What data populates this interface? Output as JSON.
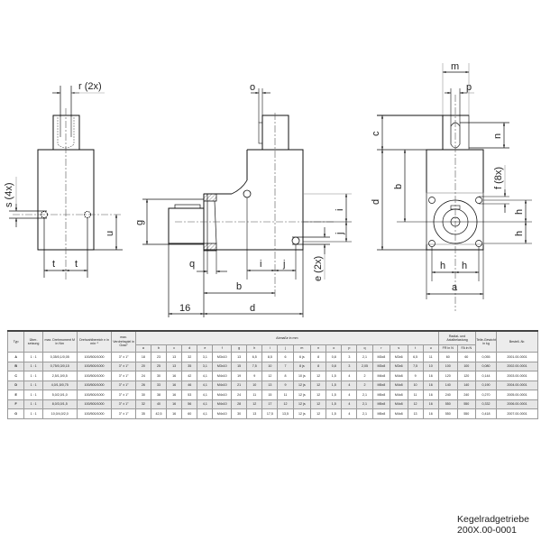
{
  "drawing": {
    "labels": {
      "r": "r (2x)",
      "s": "s (4x)",
      "u": "u",
      "t1": "t",
      "t2": "t",
      "o": "o",
      "g": "g",
      "q": "q",
      "i": "i",
      "j_h": "j",
      "j_v": "j",
      "e": "e (2x)",
      "b_side": "b",
      "d_side": "d",
      "dim16": "16",
      "m": "m",
      "p": "p",
      "c": "c",
      "n": "n",
      "b_front": "b",
      "d_front": "d",
      "f": "f (8x)",
      "h_v1": "h",
      "h_v2": "h",
      "h_h1": "h",
      "h_h2": "h",
      "a": "a"
    }
  },
  "table": {
    "headers_top": {
      "typ": "Typ",
      "ratio": "Über-setzung",
      "torque": "max. Drehmoment M in Nm",
      "speed": "Drehzahlbereich n in min⁻¹",
      "backlash": "max. Verdrehspiel in Grad°",
      "dims": "Abmaße in mm",
      "load": "Radial- und Axialbelastung",
      "weight": "Teile-Gewicht in kg",
      "order": "Bestell.-Nr."
    },
    "dim_cols": [
      "a",
      "b",
      "c",
      "d",
      "e",
      "f",
      "g",
      "h",
      "i",
      "j",
      "m",
      "n",
      "o",
      "p",
      "q",
      "r",
      "s",
      "t",
      "u"
    ],
    "load_cols": [
      "FR in N",
      "FA in N"
    ],
    "rows": [
      {
        "typ": "A",
        "ratio": "1 : 1",
        "torque": "0,35/0,1/0,05",
        "speed": "100/500/1000",
        "backlash": "3° ± 1°",
        "dims": [
          "18",
          "23",
          "13",
          "32",
          "3,1",
          "M3x10",
          "13",
          "6,5",
          "8,5",
          "6",
          "6 js",
          "8",
          "0,8",
          "3",
          "2,1",
          "M3x8",
          "M3x6",
          "6,5",
          "11"
        ],
        "fr": "60",
        "fa": "60",
        "weight": "0,055",
        "order": "2001.00-0001"
      },
      {
        "typ": "B",
        "ratio": "1 : 1",
        "torque": "0,75/0,3/0,15",
        "speed": "100/500/1000",
        "backlash": "3° ± 1°",
        "dims": [
          "20",
          "25",
          "13",
          "35",
          "3,1",
          "M3x10",
          "15",
          "7,5",
          "10",
          "7",
          "8 js",
          "8",
          "0,8",
          "3",
          "2,05",
          "M3x8",
          "M3x6",
          "7,5",
          "10"
        ],
        "fr": "100",
        "fa": "100",
        "weight": "0,080",
        "order": "2002.00-0001"
      },
      {
        "typ": "C",
        "ratio": "1 : 1",
        "torque": "2,5/1,0/0,5",
        "speed": "100/500/1000",
        "backlash": "3° ± 1°",
        "dims": [
          "24",
          "30",
          "16",
          "42",
          "4,1",
          "M4x10",
          "19",
          "9",
          "12",
          "8",
          "10 js",
          "12",
          "1,5",
          "4",
          "2",
          "M4x8",
          "M4x8",
          "9",
          "16"
        ],
        "fr": "120",
        "fa": "120",
        "weight": "0,144",
        "order": "2003.00-0001"
      },
      {
        "typ": "D",
        "ratio": "1 : 1",
        "torque": "4,0/1,5/0,75",
        "speed": "100/500/1000",
        "backlash": "3° ± 1°",
        "dims": [
          "26",
          "33",
          "16",
          "46",
          "4,1",
          "M4x10",
          "21",
          "10",
          "13",
          "9",
          "12 js",
          "12",
          "1,5",
          "4",
          "2",
          "M5x8",
          "M4x8",
          "10",
          "16"
        ],
        "fr": "140",
        "fa": "140",
        "weight": "0,190",
        "order": "2004.00-0001"
      },
      {
        "typ": "E",
        "ratio": "1 : 1",
        "torque": "5,0/2,0/1,0",
        "speed": "100/500/1000",
        "backlash": "3° ± 1°",
        "dims": [
          "30",
          "38",
          "16",
          "53",
          "4,1",
          "M4x10",
          "24",
          "11",
          "15",
          "11",
          "12 js",
          "12",
          "1,5",
          "4",
          "2,1",
          "M5x8",
          "M4x8",
          "11",
          "16"
        ],
        "fr": "240",
        "fa": "240",
        "weight": "0,270",
        "order": "2005.00-0001"
      },
      {
        "typ": "F",
        "ratio": "1 : 1",
        "torque": "8,0/3,0/1,5",
        "speed": "100/500/1000",
        "backlash": "3° ± 1°",
        "dims": [
          "32",
          "40",
          "16",
          "56",
          "4,1",
          "M4x10",
          "28",
          "12",
          "17",
          "12",
          "12 js",
          "12",
          "1,5",
          "4",
          "2,1",
          "M5x8",
          "M4x8",
          "12",
          "16"
        ],
        "fr": "550",
        "fa": "550",
        "weight": "0,332",
        "order": "2006.00-0001"
      },
      {
        "typ": "G",
        "ratio": "1 : 1",
        "torque": "10,0/4,0/2,0",
        "speed": "100/500/1000",
        "backlash": "3° ± 1°",
        "dims": [
          "35",
          "42,5",
          "16",
          "60",
          "4,1",
          "M4x10",
          "30",
          "13",
          "17,5",
          "13,5",
          "12 js",
          "12",
          "1,5",
          "4",
          "2,1",
          "M5x8",
          "M4x8",
          "13",
          "16"
        ],
        "fr": "550",
        "fa": "550",
        "weight": "0,418",
        "order": "2007.00-0001"
      }
    ]
  },
  "footer": {
    "title": "Kegelradgetriebe",
    "part_no": "200X.00-0001"
  }
}
